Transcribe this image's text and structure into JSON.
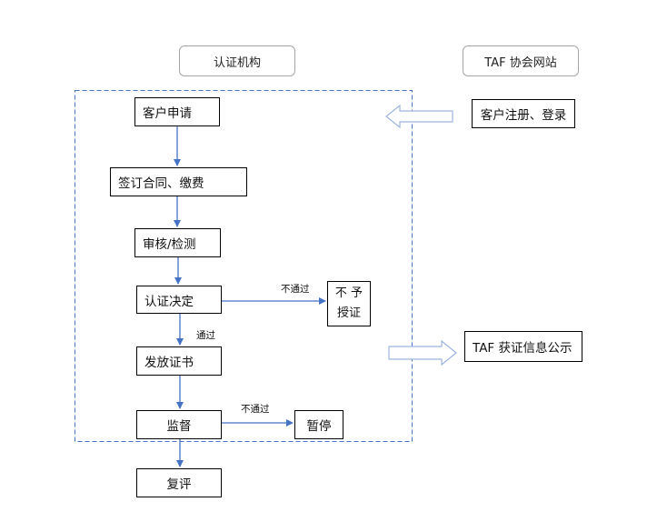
{
  "headers": {
    "cert_body": "认证机构",
    "taf_site": "TAF 协会网站"
  },
  "flow": {
    "apply": "客户申请",
    "contract": "签订合同、缴费",
    "review": "审核/检测",
    "decision": "认证决定",
    "issue": "发放证书",
    "supervise": "监督",
    "reassess": "复评"
  },
  "outcomes": {
    "reject_line1": "不 予",
    "reject_line2": "授证",
    "suspend": "暂停"
  },
  "taf": {
    "register": "客户注册、登录",
    "publish": "TAF 获证信息公示"
  },
  "labels": {
    "not_passed_1": "不通过",
    "passed": "通过",
    "not_passed_2": "不通过"
  },
  "colors": {
    "arrow": "#4472c4",
    "dashed_border": "#4472c4",
    "hollow_arrow": "#9db3e0"
  }
}
